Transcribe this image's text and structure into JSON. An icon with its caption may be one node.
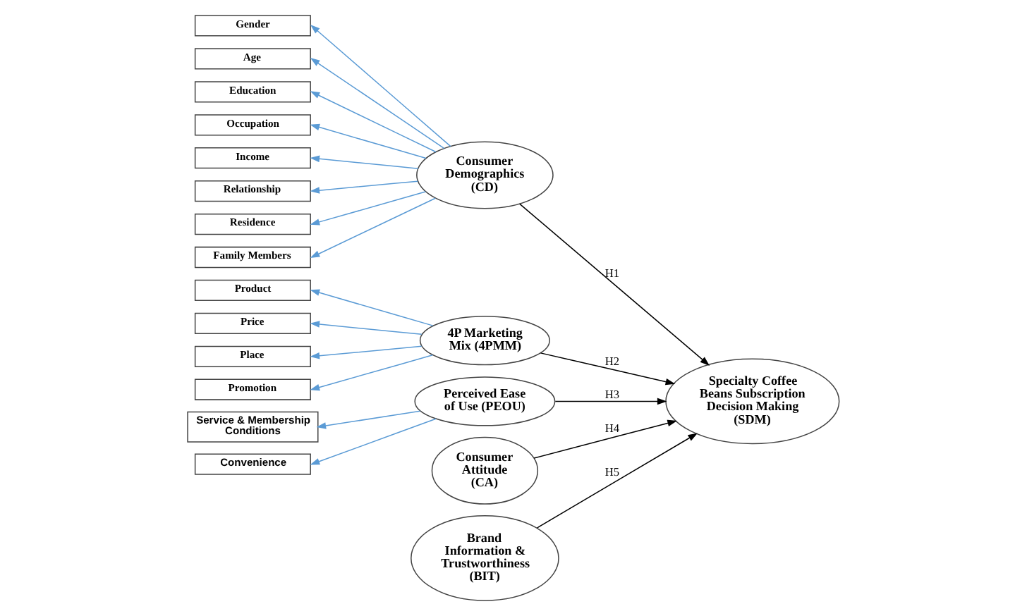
{
  "diagram": {
    "nodes": [
      {
        "text": [
          "Gender"
        ]
      },
      {
        "text": [
          "Age"
        ]
      },
      {
        "text": [
          "Education"
        ]
      },
      {
        "text": [
          "Occupation"
        ]
      },
      {
        "text": [
          "Income"
        ]
      },
      {
        "text": [
          "Relationship"
        ]
      },
      {
        "text": [
          "Residence"
        ]
      },
      {
        "text": [
          "Family Members"
        ]
      },
      {
        "text": [
          "Product"
        ]
      },
      {
        "text": [
          "Price"
        ]
      },
      {
        "text": [
          "Place"
        ]
      },
      {
        "text": [
          "Promotion"
        ]
      },
      {
        "text": [
          "Service & Membership Conditions"
        ]
      },
      {
        "text": [
          "Convenience"
        ]
      },
      {
        "text": [
          "Consumer Demographics (CD)"
        ]
      },
      {
        "text": [
          "4P Marketing Mix (4PMM)"
        ]
      },
      {
        "text": [
          "Perceived Ease of Use (PEOU)"
        ]
      },
      {
        "text": [
          "Consumer Attitude (CA)"
        ]
      },
      {
        "text": [
          "Brand Information & Trustworthiness (BIT)"
        ]
      },
      {
        "text": [
          "Specialty Coffee Beans Subscription Decision Making (SDM)"
        ]
      }
    ],
    "edges": [
      {
        "from": 14,
        "to": 0,
        "arrow": "to"
      },
      {
        "from": 14,
        "to": 1,
        "arrow": "to"
      },
      {
        "from": 14,
        "to": 2,
        "arrow": "to"
      },
      {
        "from": 14,
        "to": 3,
        "arrow": "to"
      },
      {
        "from": 14,
        "to": 4,
        "arrow": "to"
      },
      {
        "from": 14,
        "to": 5,
        "arrow": "to"
      },
      {
        "from": 14,
        "to": 6,
        "arrow": "to"
      },
      {
        "from": 14,
        "to": 7,
        "arrow": "to"
      },
      {
        "from": 15,
        "to": 8,
        "arrow": "to"
      },
      {
        "from": 15,
        "to": 9,
        "arrow": "to"
      },
      {
        "from": 15,
        "to": 10,
        "arrow": "to"
      },
      {
        "from": 15,
        "to": 11,
        "arrow": "to"
      },
      {
        "from": 16,
        "to": 12,
        "arrow": "to"
      },
      {
        "from": 16,
        "to": 13,
        "arrow": "to"
      },
      {
        "from": 14,
        "to": 19,
        "arrow": "to",
        "label": "H1",
        "color": "#000000"
      },
      {
        "from": 15,
        "to": 19,
        "arrow": "to",
        "label": "H2",
        "color": "#000000"
      },
      {
        "from": 16,
        "to": 19,
        "arrow": "to",
        "label": "H3",
        "color": "#000000"
      },
      {
        "from": 17,
        "to": 19,
        "arrow": "to",
        "label": "H4",
        "color": "#000000"
      },
      {
        "from": 18,
        "to": 19,
        "arrow": "to",
        "label": "H5",
        "color": "#000000"
      }
    ]
  }
}
